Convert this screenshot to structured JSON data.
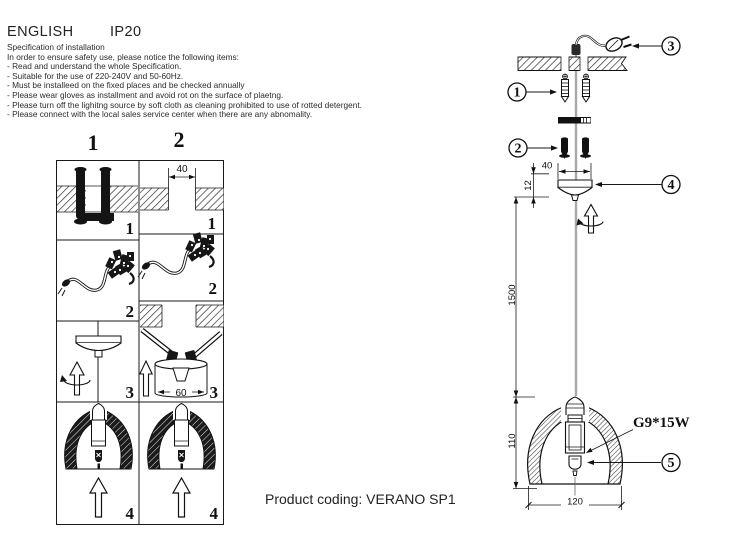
{
  "header": {
    "language": "ENGLISH",
    "ip_rating": "IP20"
  },
  "spec": {
    "title": "Specification of installation",
    "intro": "In order to ensure safety use, please notice the following items:",
    "items": [
      "- Read and understand the whole Specification.",
      "- Suitable for the use of 220-240V and 50-60Hz.",
      "- Must be installeed on the fixed places and be checked annually",
      "- Please wear gloves as installment and avoid rot on the surface of plaetng.",
      "- Please turn off the lighitng source by soft cloth as cleaning prohibited to use of rotted detergent.",
      "- Please connect with the local sales service center when there are any abnomality."
    ]
  },
  "steps": {
    "columns": [
      {
        "header": "1",
        "cells": [
          "1",
          "2",
          "3",
          "4"
        ]
      },
      {
        "header": "2",
        "cells": [
          "1",
          "2",
          "3",
          "4"
        ]
      }
    ],
    "dims": {
      "ceiling_hole_width": "40",
      "bracket_width": "60"
    }
  },
  "drawing": {
    "callouts": [
      "1",
      "2",
      "3",
      "4",
      "5"
    ],
    "dimensions": {
      "mount_spacing": "40",
      "canopy_height": "12",
      "cable_length": "1500",
      "shade_height": "110",
      "shade_diameter": "120"
    },
    "bulb_spec": "G9*15W"
  },
  "footer": {
    "product_coding": "Product coding: VERANO SP1"
  }
}
